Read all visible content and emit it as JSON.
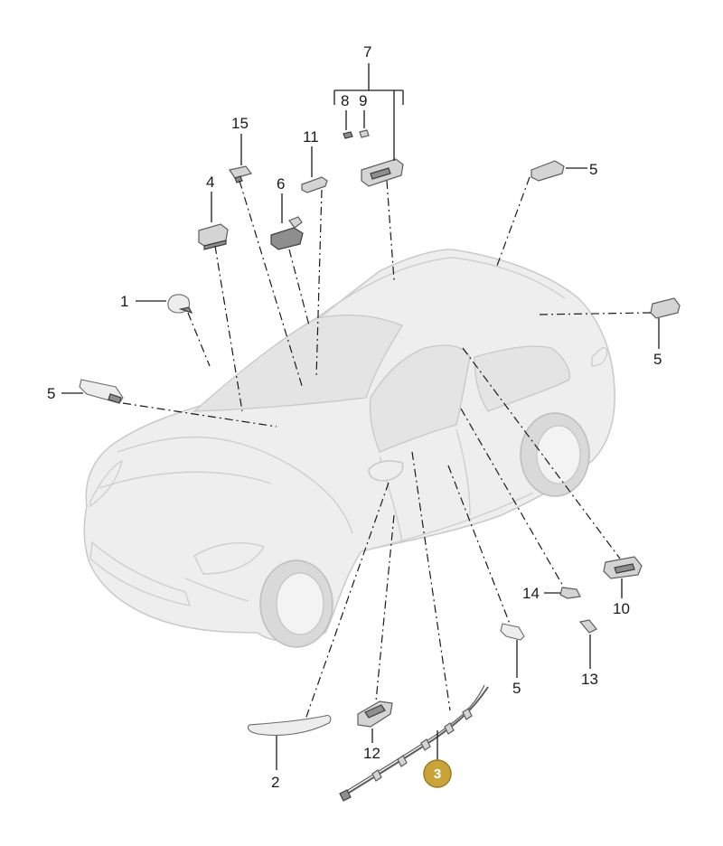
{
  "callouts": {
    "c1": "1",
    "c2": "2",
    "c3": "3",
    "c4": "4",
    "c5a": "5",
    "c5b": "5",
    "c5c": "5",
    "c5d": "5",
    "c6": "6",
    "c7": "7",
    "c8": "8",
    "c9": "9",
    "c10": "10",
    "c11": "11",
    "c12": "12",
    "c13": "13",
    "c14": "14",
    "c15": "15"
  },
  "highlight": {
    "callout": "3",
    "color": "#c9a43a"
  },
  "colors": {
    "vehicle": "#eeeeee",
    "parts": "#d4d4d4",
    "lines": "#1a1a1a"
  }
}
